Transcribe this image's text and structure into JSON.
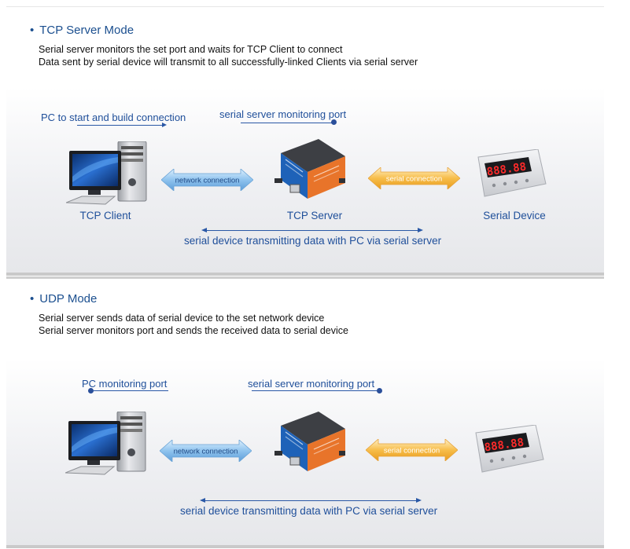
{
  "tcp": {
    "heading": "TCP Server Mode",
    "desc1": "Serial server monitors the set port and waits for TCP Client to connect",
    "desc2": "Data sent by serial device will transmit to all successfully-linked Clients via serial server",
    "pc_label": "PC to start and build connection",
    "server_port_label": "serial server monitoring port",
    "network_connection": "network connection",
    "serial_connection": "serial connection",
    "client_label": "TCP Client",
    "server_label": "TCP Server",
    "device_label": "Serial Device",
    "bottom_label": "serial device transmitting data with PC via serial server",
    "display_value": "888.88"
  },
  "udp": {
    "heading": "UDP Mode",
    "desc1": "Serial server sends data of serial device to the set network device",
    "desc2": "Serial server monitors port and sends the received data to serial device",
    "pc_label": "PC monitoring port",
    "server_port_label": "serial server monitoring port",
    "network_connection": "network connection",
    "serial_connection": "serial connection",
    "bottom_label": "serial device transmitting data with PC via serial server",
    "display_value": "888.88"
  },
  "colors": {
    "heading": "#1b4f8f",
    "label": "#1f4f9a",
    "network_arrow": "#7fb6e6",
    "serial_arrow": "#f5b23a"
  },
  "icons": {
    "pc": "desktop-computer-icon",
    "server": "serial-server-device-icon",
    "device": "digital-weighing-indicator-icon"
  }
}
